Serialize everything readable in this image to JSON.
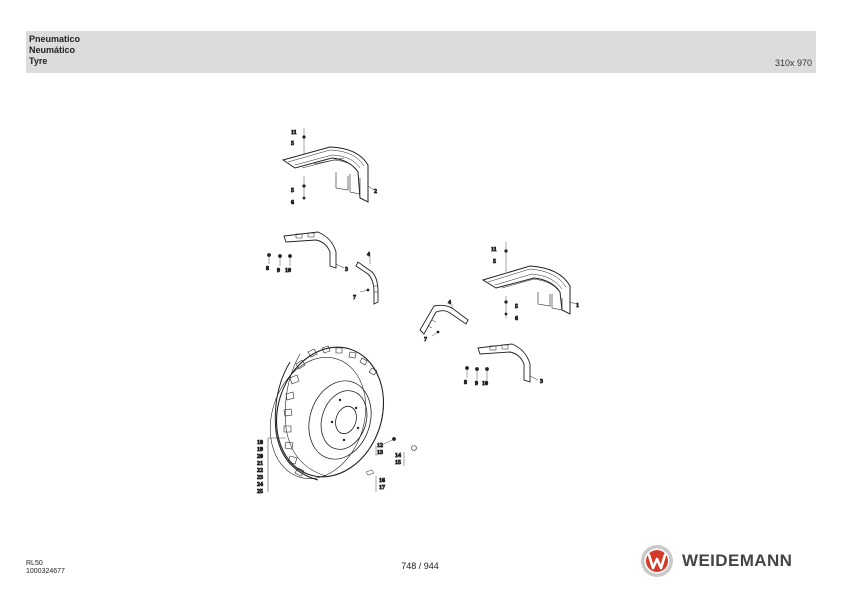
{
  "header": {
    "titles": [
      "Pneumatico",
      "Neumático",
      "Tyre"
    ],
    "code": "310x 970"
  },
  "footer": {
    "model": "RL50",
    "doc_number": "1000324677",
    "page": "748 / 944",
    "brand": "WEIDEMANN"
  },
  "callouts": {
    "fender_top": [
      "11",
      "5",
      "5",
      "6",
      "2"
    ],
    "bracket_left": [
      "8",
      "9",
      "10",
      "3"
    ],
    "handle_left": [
      "4",
      "7"
    ],
    "fender_right": [
      "11",
      "5",
      "5",
      "6",
      "1"
    ],
    "handle_right": [
      "4",
      "7"
    ],
    "bracket_right": [
      "8",
      "9",
      "10",
      "3"
    ],
    "wheel_stack": [
      "18",
      "19",
      "20",
      "21",
      "22",
      "23",
      "24",
      "25"
    ],
    "wheel_bolts": [
      "12",
      "13",
      "14",
      "15",
      "16",
      "17"
    ]
  }
}
